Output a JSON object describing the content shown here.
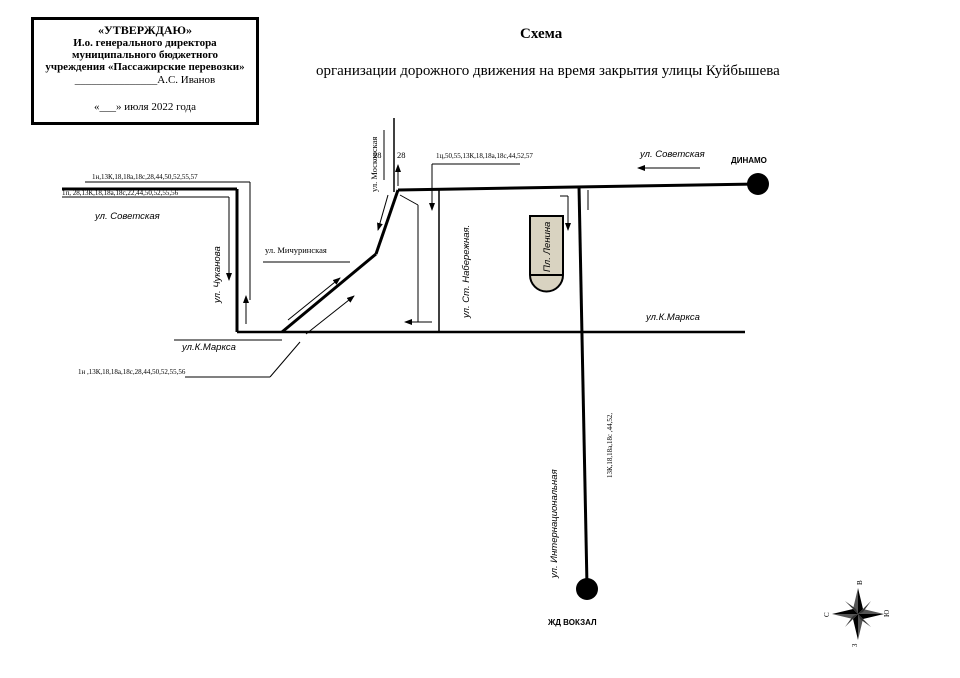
{
  "approval": {
    "line1": "«УТВЕРЖДАЮ»",
    "line2": "И.о. генерального директора",
    "line3": "муниципального бюджетного",
    "line4": "учреждения «Пассажирские перевозки»",
    "signature": "_______________А.С. Иванов",
    "date": "«___» июля 2022 года"
  },
  "title": "Схема",
  "subtitle": "организации дорожного движения на время закрытия улицы Куйбышева",
  "streets": {
    "sovetskaya_left": "ул. Советская",
    "sovetskaya_right": "ул. Советская",
    "chukanova": "ул. Чуканова",
    "michurinskaya": "ул. Мичуринская",
    "moskovskaya": "ул. Московская",
    "naberezhnaya": "ул. Ст. Набережная.",
    "marksa_left": "ул.К.Маркса",
    "marksa_right": "ул.К.Маркса",
    "internatsionalnaya": "ул. Интернациональная",
    "lenin_square": "Пл. Ленина"
  },
  "stops": {
    "dinamo": "ДИНАМО",
    "zhd_vokzal": "ЖД ВОКЗАЛ"
  },
  "routes": {
    "left_top": "1н,13К,18,18а,18с,28,44,50,52,55,57",
    "left_second": "1п, 28,13К,18,18а,18с,22,44,50,52,55,56",
    "top_right": "1ц,50,55,13К,18,18а,18с,44,52,57",
    "bottom_left": "1н ,13К,18,18а,18с,28,44,50,52,55,56",
    "vertical_right": "13К,18,18а,18с ,44,52,",
    "moskovskaya_left": "28",
    "moskovskaya_right": "28"
  },
  "compass": {
    "north": "С",
    "east": "В",
    "south": "Ю",
    "west": "З"
  },
  "colors": {
    "ink": "#000000",
    "square_fill": "#d9d3c1"
  }
}
